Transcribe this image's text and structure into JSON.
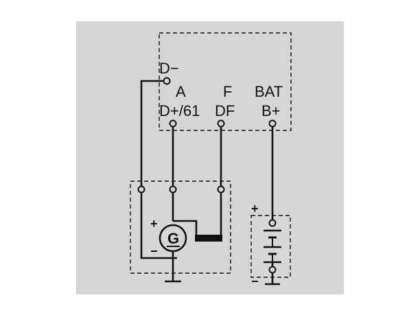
{
  "regulator": {
    "terminals": {
      "d_minus": "D−",
      "a": "A",
      "d_plus_61": "D+/61",
      "f": "F",
      "df": "DF",
      "bat": "BAT",
      "b_plus": "B+"
    }
  },
  "generator": {
    "symbol": "G",
    "plus_sign": "+",
    "minus_sign": "−"
  },
  "battery": {
    "plus_sign": "+",
    "minus_sign": "−"
  },
  "colors": {
    "background": "#d6d6d6",
    "ink": "#111111"
  }
}
